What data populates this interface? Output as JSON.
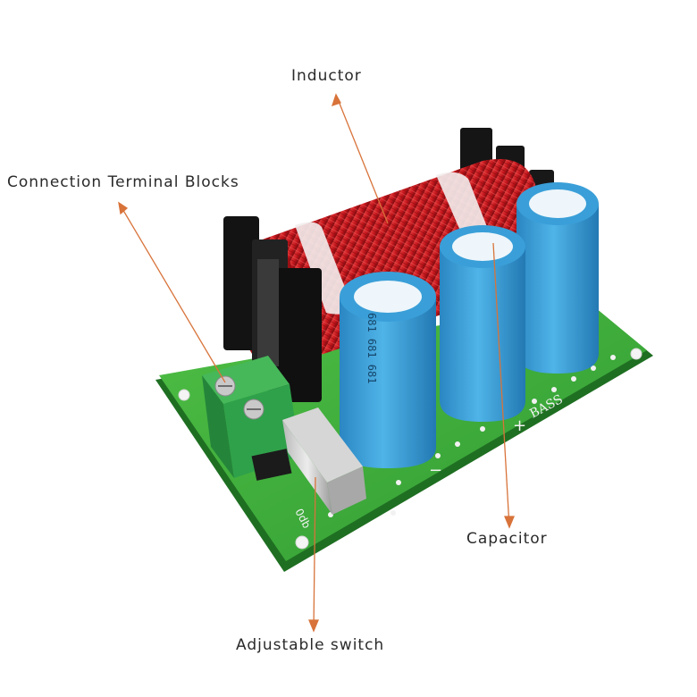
{
  "labels": {
    "inductor": "Inductor",
    "terminal_blocks": "Connection Terminal Blocks",
    "capacitor": "Capacitor",
    "switch": "Adjustable switch"
  },
  "board_print": {
    "bass": "BASS",
    "plus": "+",
    "minus": "−",
    "db": "0db"
  },
  "capacitor_print": {
    "text": "681 681 681"
  },
  "colors": {
    "pcb": "#3fae3a",
    "coil": "#c4161c",
    "capacitor": "#3aa0d8",
    "terminal": "#2fa14a",
    "arrow": "#d8733a"
  }
}
